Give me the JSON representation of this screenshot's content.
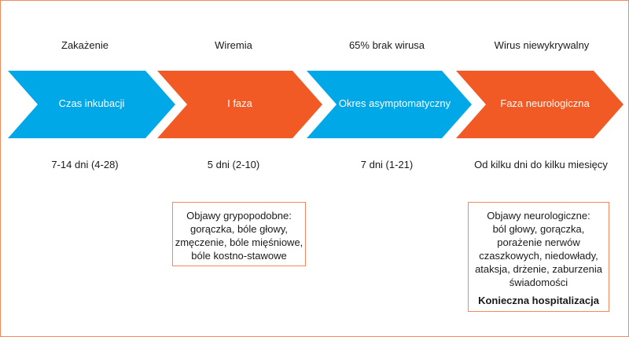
{
  "stages": [
    {
      "title": "Zakażenie",
      "arrow_label": "Czas inkubacji",
      "duration": "7-14 dni (4-28)",
      "color": "#00a8e8"
    },
    {
      "title": "Wiremia",
      "arrow_label": "I faza",
      "duration": "5 dni (2-10)",
      "color": "#f15a24"
    },
    {
      "title": "65% brak wirusa",
      "arrow_label": "Okres asymptomatyczny",
      "duration": "7 dni (1-21)",
      "color": "#00a8e8"
    },
    {
      "title": "Wirus niewykrywalny",
      "arrow_label": "Faza neurologiczna",
      "duration": "Od kilku dni do kilku miesięcy",
      "color": "#f15a24"
    }
  ],
  "box1": {
    "lines": [
      "Objawy grypopodobne:",
      "gorączka, bóle głowy,",
      "zmęczenie, bóle mięśniowe,",
      "bóle kostno-stawowe"
    ]
  },
  "box2": {
    "lines": [
      "Objawy neurologiczne:",
      "ból głowy, gorączka,",
      "porażenie nerwów",
      "czaszkowych, niedowłady,",
      "ataksja, drżenie, zaburzenia",
      "świadomości"
    ],
    "bold_line": "Konieczna hospitalizacja"
  },
  "colors": {
    "border": "#f08a5d"
  }
}
